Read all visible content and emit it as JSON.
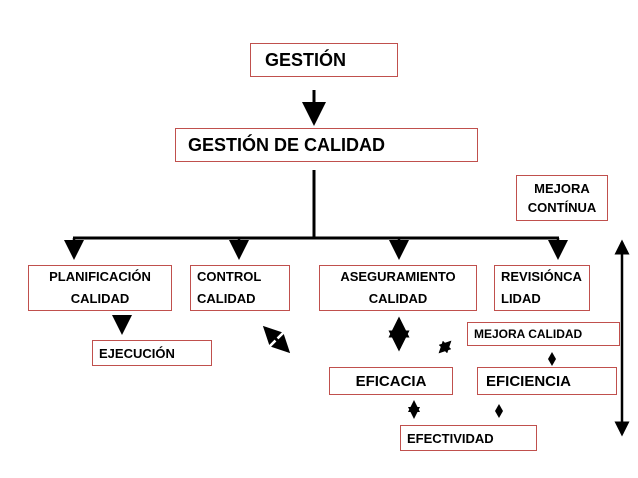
{
  "nodes": {
    "gestion": "GESTIÓN",
    "gestion_calidad": "GESTIÓN DE CALIDAD",
    "mejora_continua": "MEJORA\nCONTÍNUA",
    "planificacion": "PLANIFICACIÓN\nCALIDAD",
    "control": "CONTROL\nCALIDAD",
    "aseguramiento": "ASEGURAMIENTO\nCALIDAD",
    "revision": "REVISIÓNCA\nLIDAD",
    "mejora_calidad": "MEJORA CALIDAD",
    "ejecucion": "EJECUCIÓN",
    "eficacia": "EFICACIA",
    "eficiencia": "EFICIENCIA",
    "efectividad": "EFECTIVIDAD"
  },
  "colors": {
    "box_border": "#c0504d",
    "line": "#000000"
  }
}
